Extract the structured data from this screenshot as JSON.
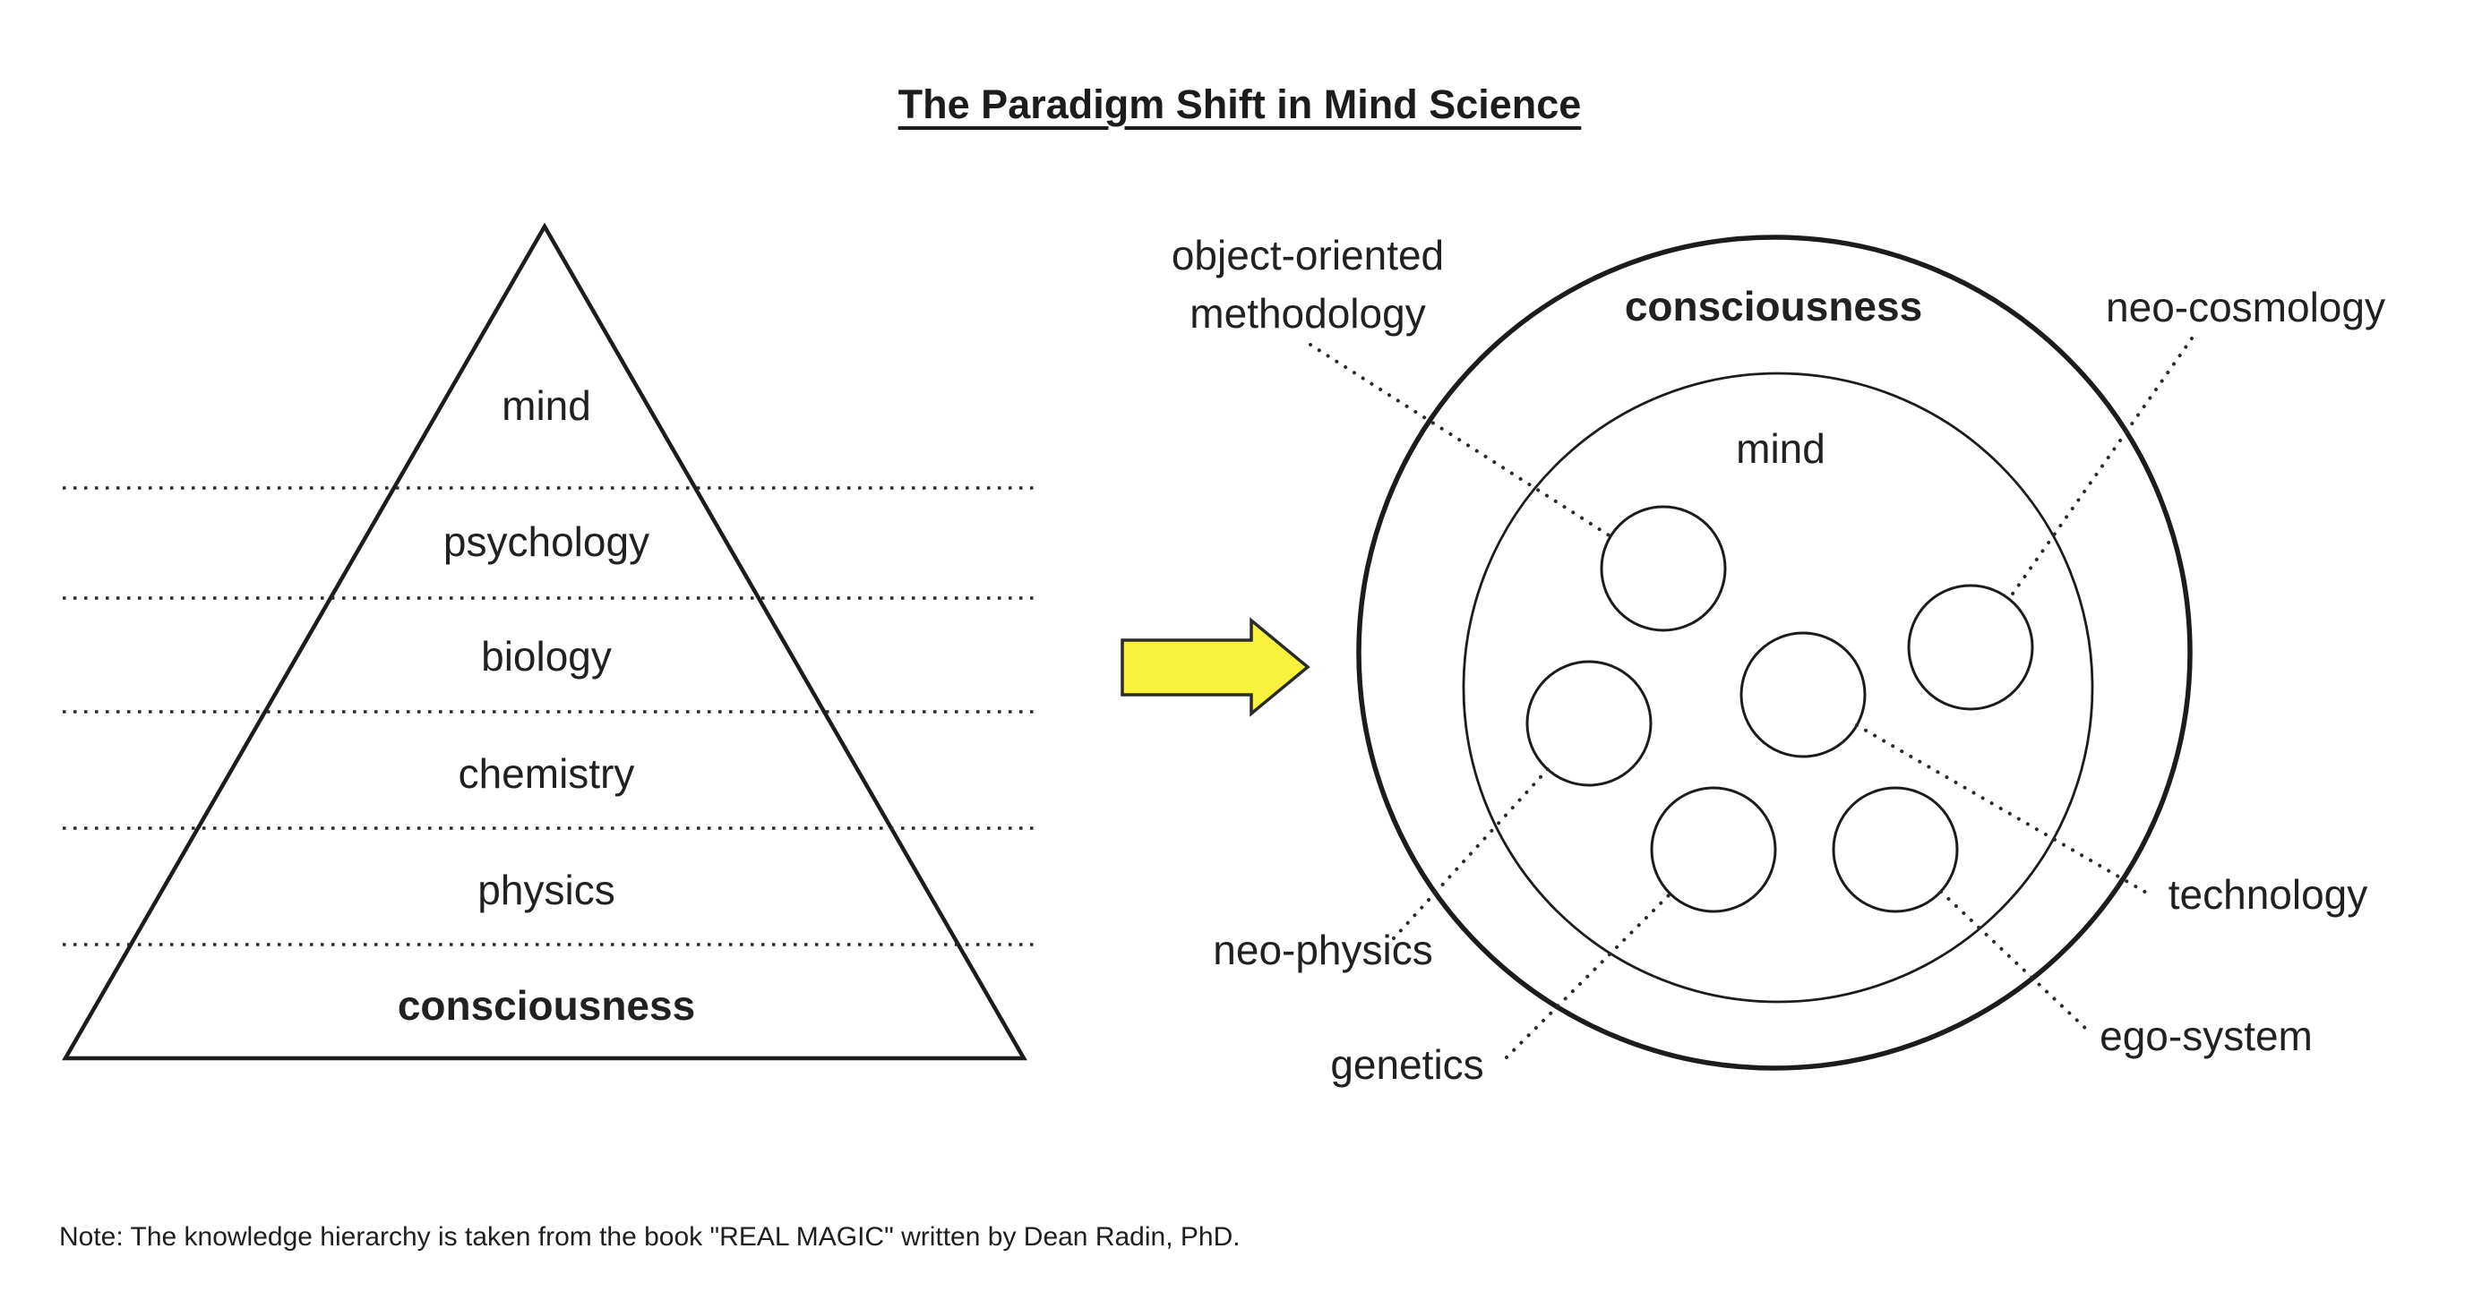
{
  "title": "The Paradigm Shift in Mind Science",
  "note": "Note: The knowledge hierarchy is taken from the book \"REAL MAGIC\" written by Dean Radin, PhD.",
  "colors": {
    "ink": "#1c1c1c",
    "text": "#212121",
    "arrow_fill": "#F8F23D",
    "arrow_stroke": "#2b2b2b"
  },
  "pyramid": {
    "levels": [
      "mind",
      "psychology",
      "biology",
      "chemistry",
      "physics",
      "consciousness"
    ]
  },
  "venn": {
    "outer_label": "consciousness",
    "inner_label": "mind",
    "labels": {
      "object_oriented": "object-oriented methodology",
      "neo_cosmology": "neo-cosmology",
      "neo_physics": "neo-physics",
      "genetics": "genetics",
      "technology": "technology",
      "ego_system": "ego-system"
    }
  }
}
